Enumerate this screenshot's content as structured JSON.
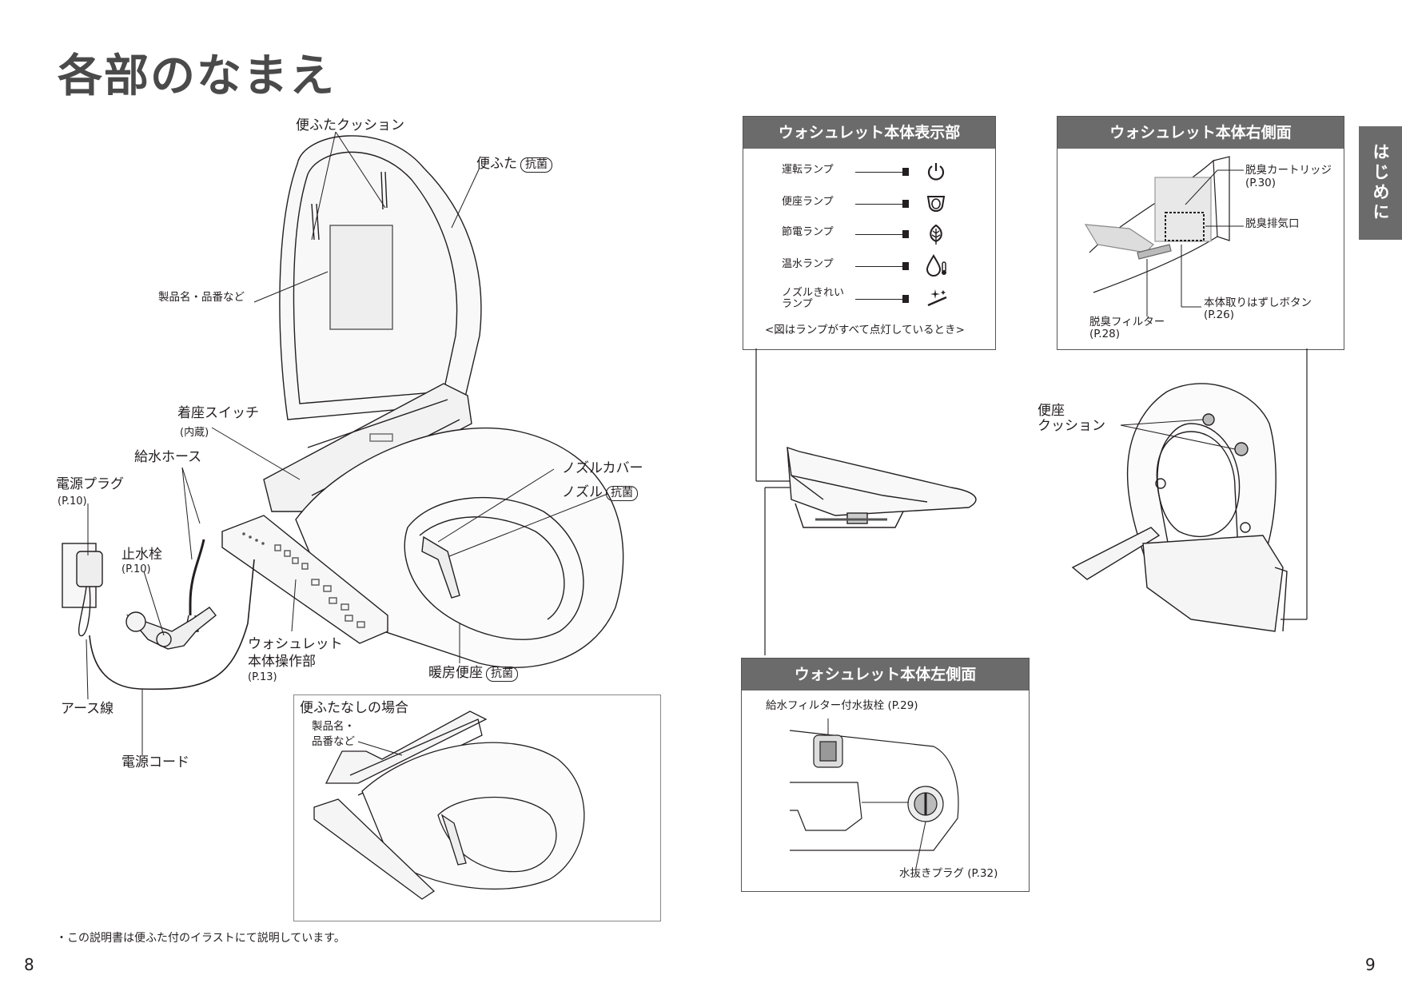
{
  "title": "各部のなまえ",
  "side_tab": "はじめに",
  "page_left": "8",
  "page_right": "9",
  "footnote": "・この説明書は便ふた付のイラストにて説明しています。",
  "labels": {
    "lid_cushion": "便ふたクッション",
    "lid": "便ふた",
    "antibacterial": "抗菌",
    "product_name": "製品名・品番など",
    "seat_switch": "着座スイッチ",
    "seat_switch_sub": "(内蔵)",
    "water_hose": "給水ホース",
    "power_plug": "電源プラグ",
    "power_plug_ref": "(P.10)",
    "stop_valve": "止水栓",
    "stop_valve_ref": "(P.10)",
    "nozzle_cover": "ノズルカバー",
    "nozzle": "ノズル",
    "control_unit_1": "ウォシュレット",
    "control_unit_2": "本体操作部",
    "control_unit_ref": "(P.13)",
    "heated_seat": "暖房便座",
    "ground_wire": "アース線",
    "power_cord": "電源コード",
    "no_lid_title": "便ふたなしの場合",
    "no_lid_product_1": "製品名・",
    "no_lid_product_2": "品番など",
    "seat_cushion_1": "便座",
    "seat_cushion_2": "クッション"
  },
  "display_panel": {
    "title": "ウォシュレット本体表示部",
    "lamps": [
      {
        "label": "運転ランプ",
        "icon": "power-icon"
      },
      {
        "label": "便座ランプ",
        "icon": "seat-icon"
      },
      {
        "label": "節電ランプ",
        "icon": "leaf-icon"
      },
      {
        "label": "温水ランプ",
        "icon": "water-temp-icon"
      },
      {
        "label": "ノズルきれい",
        "label2": "ランプ",
        "icon": "sparkle-icon"
      }
    ],
    "caption": "<図はランプがすべて点灯しているとき>"
  },
  "right_panel": {
    "title": "ウォシュレット本体右側面",
    "cartridge": "脱臭カートリッジ",
    "cartridge_ref": "(P.30)",
    "exhaust": "脱臭排気口",
    "release_button": "本体取りはずしボタン",
    "release_ref": "(P.26)",
    "filter": "脱臭フィルター",
    "filter_ref": "(P.28)"
  },
  "left_panel": {
    "title": "ウォシュレット本体左側面",
    "water_filter": "給水フィルター付水抜栓 (P.29)",
    "drain_plug": "水抜きプラグ (P.32)"
  }
}
